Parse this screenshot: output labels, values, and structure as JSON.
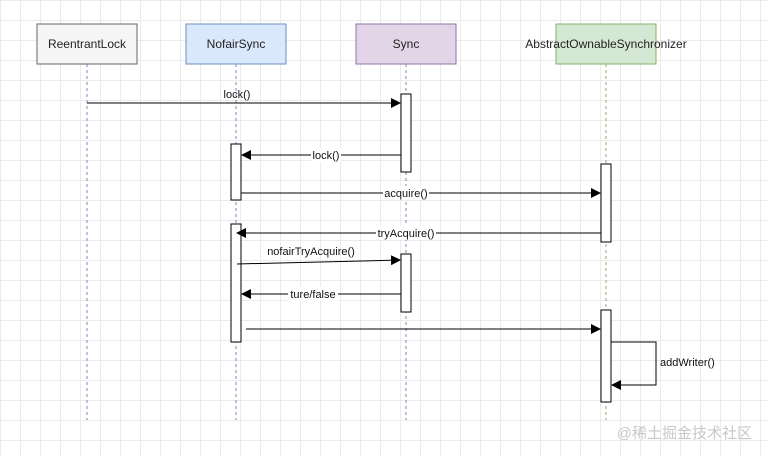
{
  "participants": [
    {
      "name": "ReentrantLock",
      "fill": "#f5f5f5",
      "stroke": "#666666",
      "lifeline": "#6c8ebf"
    },
    {
      "name": "NofairSync",
      "fill": "#dae8fc",
      "stroke": "#6c8ebf",
      "lifeline": "#6c8ebf"
    },
    {
      "name": "Sync",
      "fill": "#e1d5e7",
      "stroke": "#9673a6",
      "lifeline": "#6c8ebf"
    },
    {
      "name": "AbstractOwnableSynchronizer",
      "fill": "#d5e8d4",
      "stroke": "#82b366",
      "lifeline": "#82b366"
    }
  ],
  "messages": [
    {
      "label": "lock()"
    },
    {
      "label": "lock()"
    },
    {
      "label": "acquire()"
    },
    {
      "label": "tryAcquire()"
    },
    {
      "label": "nofairTryAcquire()"
    },
    {
      "label": "ture/false"
    },
    {
      "label": ""
    },
    {
      "label": "addWriter()"
    }
  ],
  "watermark": "@稀土掘金技术社区"
}
